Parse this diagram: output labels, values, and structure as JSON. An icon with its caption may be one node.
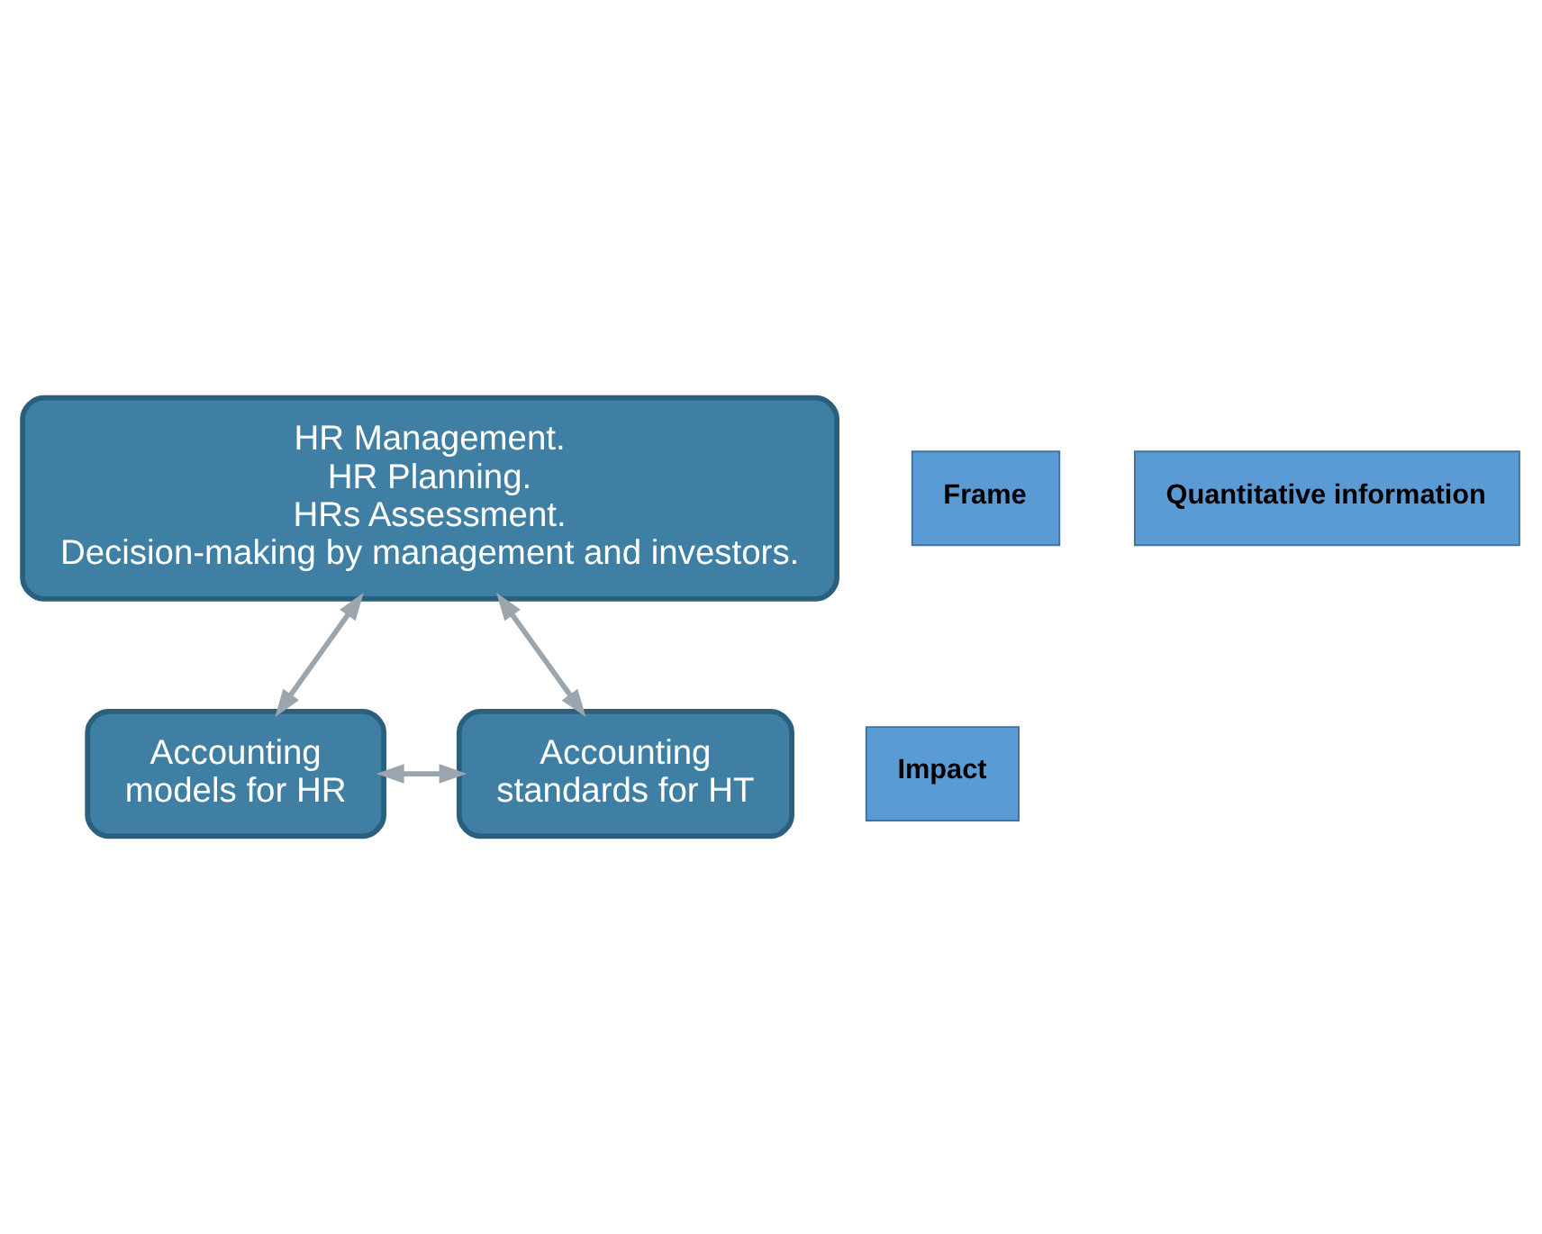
{
  "diagram": {
    "nodes": [
      {
        "text": [
          "HR Management. HR Planning. HRs Assessment. Decision-making by management and investors."
        ]
      },
      {
        "text": [
          "Accounting models for HR"
        ]
      },
      {
        "text": [
          "Accounting standards for HT"
        ]
      },
      {
        "text": [
          "Frame"
        ]
      },
      {
        "text": [
          "Quantitative information"
        ]
      },
      {
        "text": [
          "Impact"
        ]
      }
    ],
    "edges": [
      {
        "from": 1,
        "to": 0,
        "arrow": "both"
      },
      {
        "from": 0,
        "to": 2,
        "arrow": "both"
      },
      {
        "from": 1,
        "to": 2,
        "arrow": "both"
      }
    ]
  }
}
